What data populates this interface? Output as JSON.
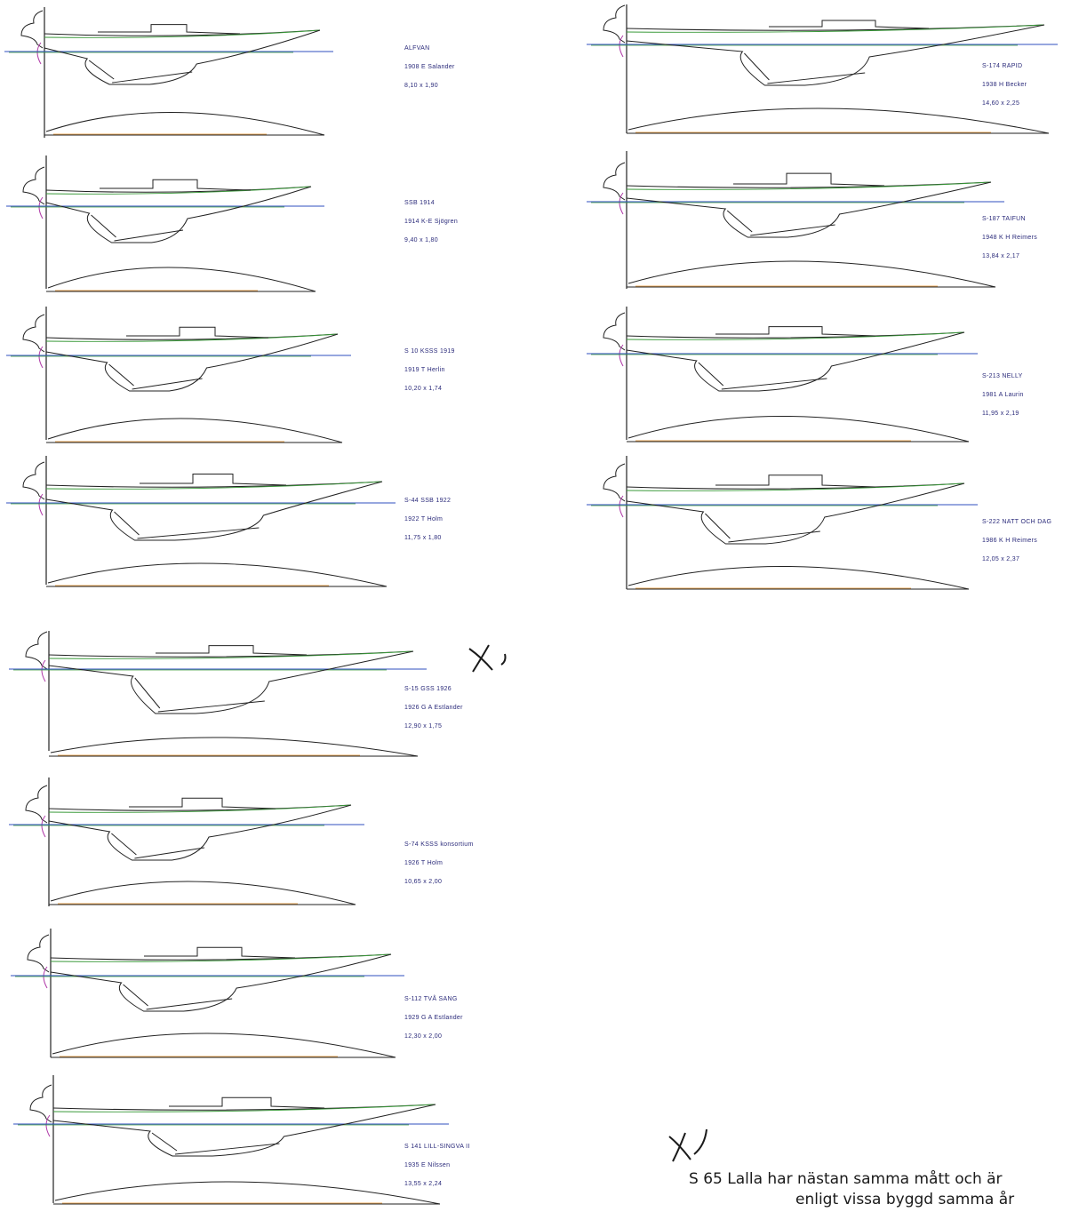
{
  "drawings": [
    {
      "id": "alvan",
      "name": "ALFVAN",
      "designer": "1908  E Salander",
      "dims": "8,10 x 1,90"
    },
    {
      "id": "ssb1914",
      "name": "SSB 1914",
      "designer": "1914  K-E Sjögren",
      "dims": "9,40 x 1,80"
    },
    {
      "id": "s10",
      "name": "S 10 KSSS 1919",
      "designer": "1919  T Herlin",
      "dims": "10,20 x 1,74"
    },
    {
      "id": "s44",
      "name": "S-44 SSB 1922",
      "designer": "1922  T Holm",
      "dims": "11,75 x 1,80"
    },
    {
      "id": "s15",
      "name": "S-15 GSS 1926",
      "designer": "1926  G A Estlander",
      "dims": "12,90 x 1,75"
    },
    {
      "id": "s74",
      "name": "S-74 KSSS konsortium",
      "designer": "1926  T Holm",
      "dims": "10,65 x 2,00"
    },
    {
      "id": "s112",
      "name": "S-112 TVÅ SANG",
      "designer": "1929  G A Estlander",
      "dims": "12,30 x 2,00"
    },
    {
      "id": "s141",
      "name": "S 141 LILL-SINGVA II",
      "designer": "1935  E Nilssen",
      "dims": "13,55 x 2,24"
    },
    {
      "id": "s174",
      "name": "S-174 RAPID",
      "designer": "1938  H Becker",
      "dims": "14,60 x 2,25"
    },
    {
      "id": "s187",
      "name": "S-187 TAIFUN",
      "designer": "1948  K H Reimers",
      "dims": "13,84 x 2,17"
    },
    {
      "id": "s213",
      "name": "S-213 NELLY",
      "designer": "1981  A Laurin",
      "dims": "11,95 x 2,19"
    },
    {
      "id": "s222",
      "name": "S-222 NATT OCH DAG",
      "designer": "1986  K H Reimers",
      "dims": "12,05 x 2,37"
    }
  ],
  "annotation": {
    "mark": "X)",
    "line1": "S 65 Lalla har  nästan samma mått och är",
    "line2": "enligt vissa byggd samma år"
  },
  "colors": {
    "ink": "#222222",
    "green": "#3a9a3a",
    "blue": "#2f4fbf",
    "orange": "#e08a1e",
    "magenta": "#b03aa8",
    "caption": "#2a2a7a"
  }
}
